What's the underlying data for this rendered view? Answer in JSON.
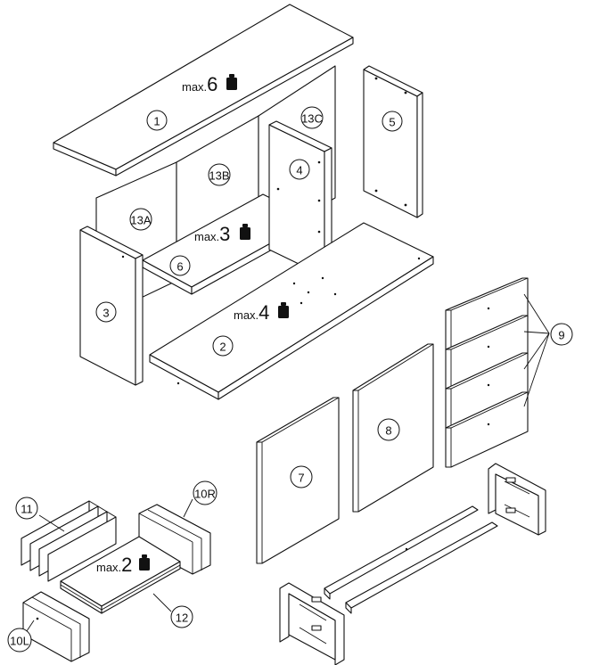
{
  "labels": {
    "p1": "1",
    "p2": "2",
    "p3": "3",
    "p4": "4",
    "p5": "5",
    "p6": "6",
    "p7": "7",
    "p8": "8",
    "p9": "9",
    "p10L": "10L",
    "p10R": "10R",
    "p11": "11",
    "p12": "12",
    "p13A": "13A",
    "p13B": "13B",
    "p13C": "13C"
  },
  "loads": {
    "top": {
      "prefix": "max.",
      "value": "6"
    },
    "shelf": {
      "prefix": "max.",
      "value": "3"
    },
    "bottom": {
      "prefix": "max.",
      "value": "4"
    },
    "stack": {
      "prefix": "max.",
      "value": "2"
    }
  },
  "icons": {
    "weight": "weight-icon"
  }
}
